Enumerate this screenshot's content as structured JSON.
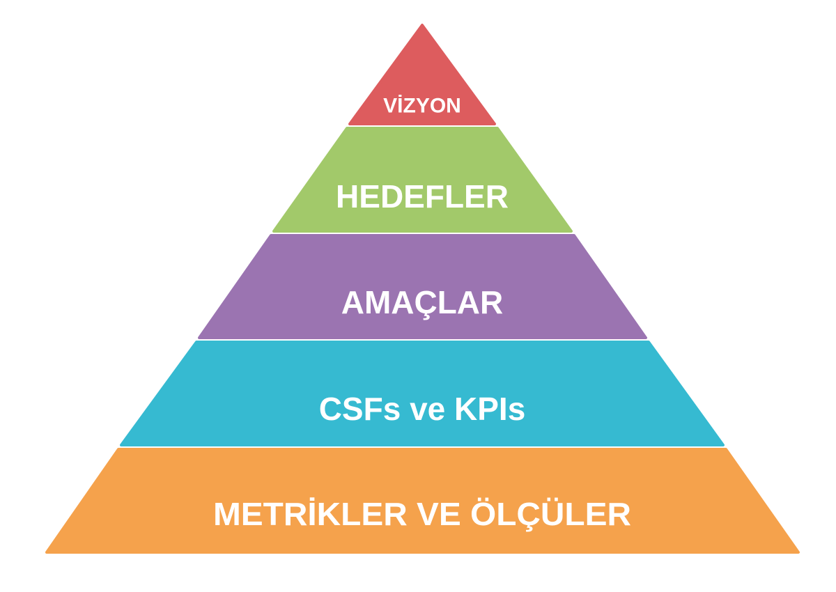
{
  "pyramid": {
    "tiers": [
      {
        "label": "VİZYON",
        "color": "#DD5C5E"
      },
      {
        "label": "HEDEFLER",
        "color": "#A2C96A"
      },
      {
        "label": "AMAÇLAR",
        "color": "#9B74B1"
      },
      {
        "label": "CSFs ve KPIs",
        "color": "#36BAD1"
      },
      {
        "label": "METRİKLER VE ÖLÇÜLER",
        "color": "#F5A24C"
      }
    ]
  }
}
